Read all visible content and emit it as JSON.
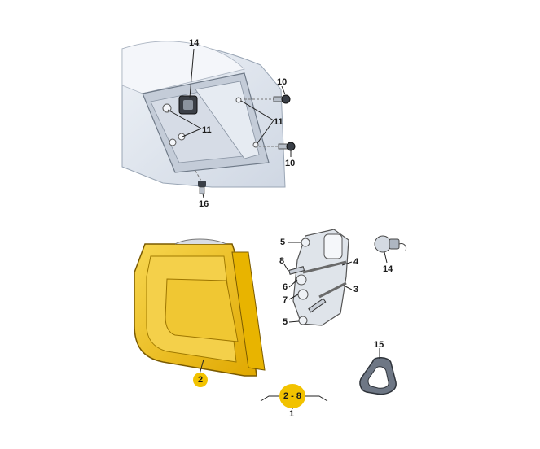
{
  "callouts": {
    "c14_top": "14",
    "c10_top": "10",
    "c11_left": "11",
    "c11_right": "11",
    "c10_bottom": "10",
    "c16": "16",
    "c5_top": "5",
    "c8": "8",
    "c4": "4",
    "c6": "6",
    "c3": "3",
    "c7": "7",
    "c5_bottom": "5",
    "c14_bulb": "14",
    "c15": "15",
    "c2": "2",
    "c_range": "2 - 8",
    "c1": "1"
  },
  "colors": {
    "lamp_yellow": "#f2c200",
    "lamp_outline": "#7a5a00",
    "car_body": "#dde4ee",
    "line": "#222222"
  },
  "icons": [
    "car-rear-panel",
    "tail-lamp",
    "bulb-holder",
    "bulb",
    "gasket",
    "screw",
    "clip"
  ]
}
